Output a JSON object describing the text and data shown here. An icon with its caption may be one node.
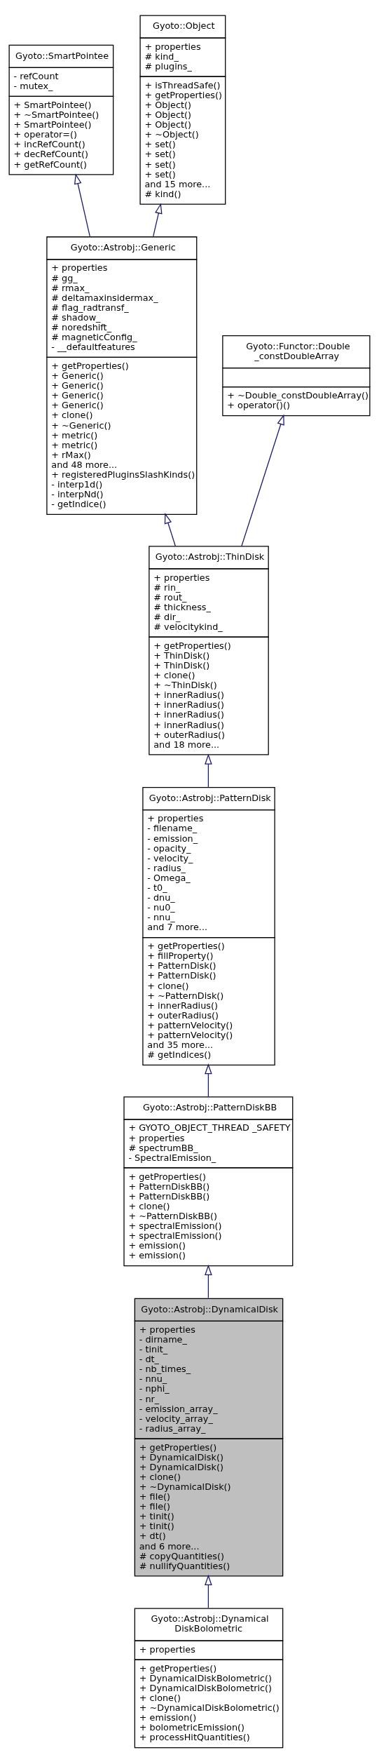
{
  "diagram": {
    "nodes": [
      {
        "text": [
          "Gyoto::SmartPointee",
          "- refCount - mutex_",
          "+ SmartPointee() + ~SmartPointee() + SmartPointee() + operator=() + incRefCount() + decRefCount() + getRefCount()"
        ]
      },
      {
        "text": [
          "Gyoto::Object",
          "+ properties # kind_ # plugins_",
          "+ isThreadSafe() + getProperties() + Object() + Object() + Object() + ~Object() + set() + set() + set() + set() and 15 more... # kind()"
        ]
      },
      {
        "text": [
          "Gyoto::Astrobj::Generic",
          "+ properties # gg_ # rmax_ # deltamaxinsidermax_ # flag_radtransf_ # shadow_ # noredshift_ # magneticConfig_ - __defaultfeatures",
          "+ getProperties() + Generic() + Generic() + Generic() + Generic() + clone() + ~Generic() + metric() + metric() + rMax() and 48 more... + registeredPluginsSlashKinds() - interp1d() - interpNd() - getIndice()"
        ]
      },
      {
        "text": [
          "Gyoto::Functor::Double _constDoubleArray",
          "+ ~Double_constDoubleArray() + operator()()"
        ]
      },
      {
        "text": [
          "Gyoto::Astrobj::ThinDisk",
          "+ properties # rin_ # rout_ # thickness_ # dir_ # velocitykind_",
          "+ getProperties() + ThinDisk() + ThinDisk() + clone() + ~ThinDisk() + innerRadius() + innerRadius() + innerRadius() + innerRadius() + outerRadius() and 18 more..."
        ]
      },
      {
        "text": [
          "Gyoto::Astrobj::PatternDisk",
          "+ properties - filename_ - emission_ - opacity_ - velocity_ - radius_ - Omega_ - t0_ - dnu_ - nu0_ - nnu_ and 7 more...",
          "+ getProperties() + fillProperty() + PatternDisk() + PatternDisk() + clone() + ~PatternDisk() + innerRadius() + outerRadius() + patternVelocity() + patternVelocity() and 35 more... # getIndices()"
        ]
      },
      {
        "text": [
          "Gyoto::Astrobj::PatternDiskBB",
          "+ GYOTO_OBJECT_THREAD _SAFETY + properties # spectrumBB_ - SpectralEmission_",
          "+ getProperties() + PatternDiskBB() + PatternDiskBB() + clone() + ~PatternDiskBB() + spectralEmission() + spectralEmission() + emission() + emission()"
        ]
      },
      {
        "text": [
          "Gyoto::Astrobj::DynamicalDisk",
          "+ properties - dirname_ - tinit_ - dt_ - nb_times_ - nnu_ - nphi_ - nr_ - emission_array_ - velocity_array_ - radius_array_",
          "+ getProperties() + DynamicalDisk() + DynamicalDisk() + clone() + ~DynamicalDisk() + file() + file() + tinit() + tinit() + dt() and 6 more... # copyQuantities() # nullifyQuantities()"
        ]
      },
      {
        "text": [
          "Gyoto::Astrobj::Dynamical DiskBolometric",
          "+ properties",
          "+ getProperties() + DynamicalDiskBolometric() + DynamicalDiskBolometric() + clone() + ~DynamicalDiskBolometric() + emission() + bolometricEmission() + processHitQuantities()"
        ]
      }
    ],
    "edges": [
      {
        "from": 2,
        "to": 0,
        "arrow": "to"
      },
      {
        "from": 2,
        "to": 1,
        "arrow": "to"
      },
      {
        "from": 4,
        "to": 2,
        "arrow": "to"
      },
      {
        "from": 4,
        "to": 3,
        "arrow": "to"
      },
      {
        "from": 5,
        "to": 4,
        "arrow": "to"
      },
      {
        "from": 6,
        "to": 5,
        "arrow": "to"
      },
      {
        "from": 7,
        "to": 6,
        "arrow": "to"
      },
      {
        "from": 8,
        "to": 7,
        "arrow": "to"
      }
    ]
  }
}
